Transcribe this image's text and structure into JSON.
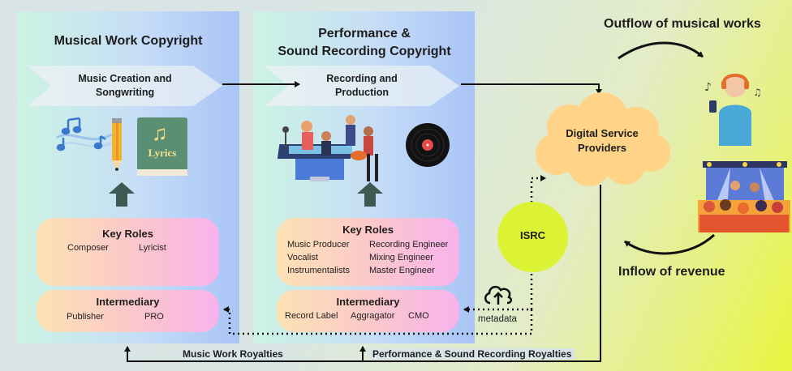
{
  "panels": {
    "musical": {
      "title": "Musical Work Copyright",
      "stage": "Music Creation and Songwriting",
      "lyrics_text": "Lyrics",
      "key_roles_title": "Key Roles",
      "key_roles": [
        "Composer",
        "Lyricist"
      ],
      "intermediary_title": "Intermediary",
      "intermediaries": [
        "Publisher",
        "PRO"
      ]
    },
    "performance": {
      "title_line1": "Performance &",
      "title_line2": "Sound Recording Copyright",
      "stage_line1": "Recording and",
      "stage_line2": "Production",
      "key_roles_title": "Key Roles",
      "key_roles_left": [
        "Music Producer",
        "Vocalist",
        "Instrumentalists"
      ],
      "key_roles_right": [
        "Recording Engineer",
        "Mixing Engineer",
        "Master Engineer"
      ],
      "intermediary_title": "Intermediary",
      "intermediaries": [
        "Record Label",
        "Aggragator",
        "CMO"
      ]
    }
  },
  "dsp": {
    "line1": "Digital Service",
    "line2": "Providers"
  },
  "isrc": "ISRC",
  "metadata": "metadata",
  "outflow": "Outflow of musical works",
  "inflow": "Inflow of revenue",
  "royalties": {
    "music_work": "Music Work Royalties",
    "performance": "Performance & Sound Recording Royalties"
  },
  "colors": {
    "arrow_green": "#3c5a52",
    "cloud": "#ffd489",
    "isrc_fill": "#dcf235",
    "flow_line": "#111111"
  }
}
